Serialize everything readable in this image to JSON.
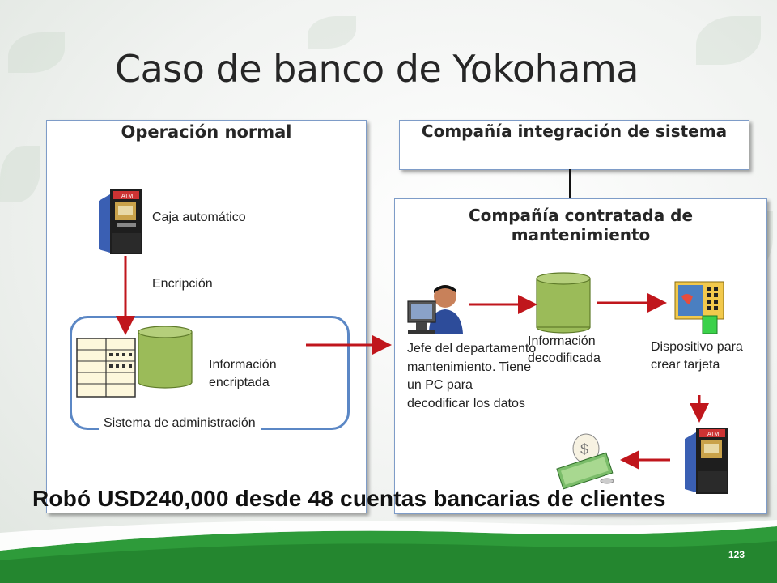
{
  "title": "Caso de banco de Yokohama",
  "left_panel": {
    "title": "Operación normal",
    "atm_label": "Caja automático",
    "encrypt_label": "Encripción",
    "encrypted_info": "Información encriptada",
    "admin_system": "Sistema de administración"
  },
  "integrator_panel": {
    "title": "Compañía integración de sistema"
  },
  "maintenance_panel": {
    "title": "Compañía contratada de mantenimiento",
    "chief_label": "Jefe del departamento mantenimiento. Tiene un PC para decodificar los datos",
    "decoded_info": "Información decodificada",
    "device_label": "Dispositivo para crear tarjeta"
  },
  "atm_screen_text": "ATM",
  "caption": "Robó USD240,000 desde 48 cuentas bancarias de clientes",
  "page_number": "123",
  "colors": {
    "arrow": "#c0161c",
    "cylinder": "#9bbb59",
    "band": "#2e9b3a",
    "panel_border": "#7e9cc8"
  }
}
